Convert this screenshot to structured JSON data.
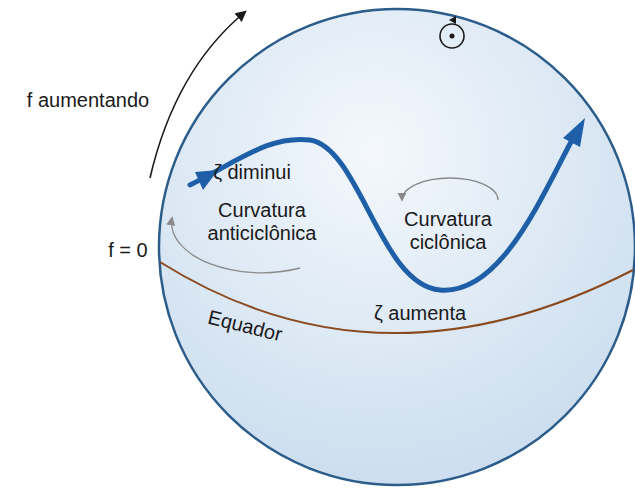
{
  "diagram": {
    "labels": [
      "f aumentando",
      "f = 0",
      "ζ diminui",
      "Curvatura anticiclônica",
      "Curvatura ciclônica",
      "ζ aumenta",
      "Equador"
    ]
  }
}
